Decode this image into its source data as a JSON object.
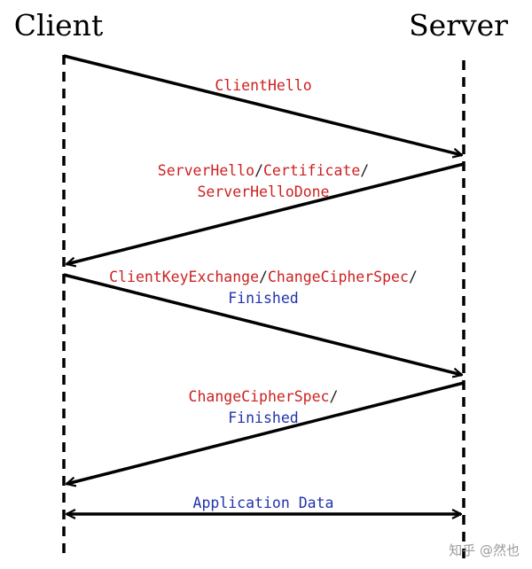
{
  "actors": {
    "client": "Client",
    "server": "Server"
  },
  "messages": [
    {
      "line1": [
        {
          "text": "ClientHello",
          "color": "#cc2222"
        }
      ]
    },
    {
      "line1": [
        {
          "text": "ServerHello",
          "color": "#cc2222"
        },
        {
          "text": "/",
          "color": "#222222"
        },
        {
          "text": "Certificate",
          "color": "#cc2222"
        },
        {
          "text": "/",
          "color": "#222222"
        }
      ],
      "line2": [
        {
          "text": "ServerHelloDone",
          "color": "#cc2222"
        }
      ]
    },
    {
      "line1": [
        {
          "text": "ClientKeyExchange",
          "color": "#cc2222"
        },
        {
          "text": "/",
          "color": "#222222"
        },
        {
          "text": "ChangeCipherSpec",
          "color": "#cc2222"
        },
        {
          "text": "/",
          "color": "#222222"
        }
      ],
      "line2": [
        {
          "text": "Finished",
          "color": "#2233aa"
        }
      ]
    },
    {
      "line1": [
        {
          "text": "ChangeCipherSpec",
          "color": "#cc2222"
        },
        {
          "text": "/",
          "color": "#222222"
        }
      ],
      "line2": [
        {
          "text": "Finished",
          "color": "#2233aa"
        }
      ]
    },
    {
      "line1": [
        {
          "text": "Application Data",
          "color": "#2233aa"
        }
      ]
    }
  ],
  "watermark": "知乎 @然也"
}
